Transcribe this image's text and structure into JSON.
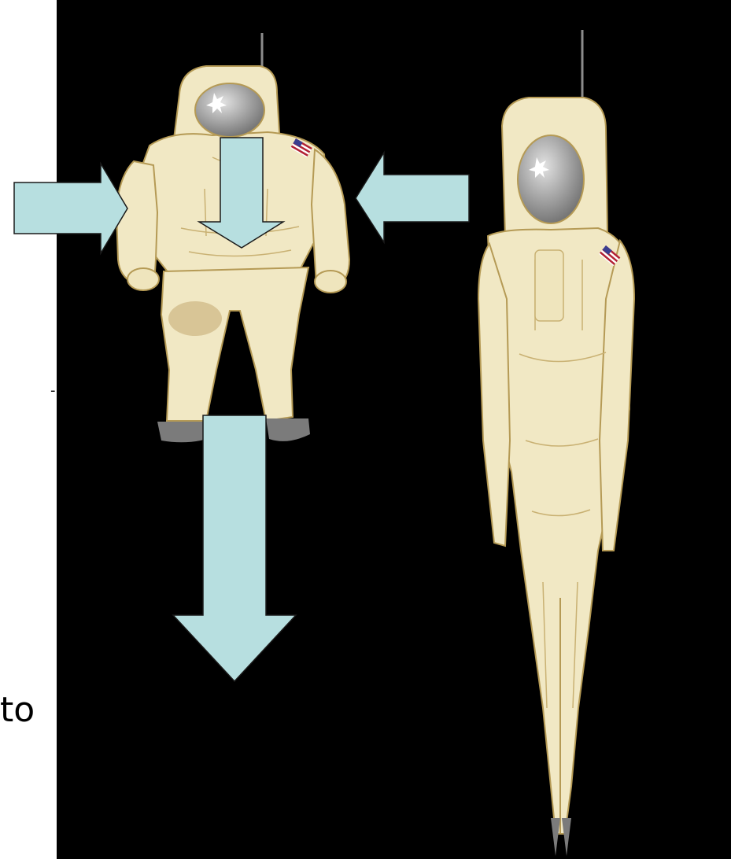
{
  "edge_text": {
    "mark": "-",
    "word": "to"
  },
  "colors": {
    "background": "#000000",
    "margin": "#ffffff",
    "suit": "#f1e8c4",
    "suit_outline": "#b59a55",
    "suit_shadow": "#d8c596",
    "visor_light": "#e2e2e2",
    "visor_dark": "#6f6f6f",
    "boot": "#7b7b7b",
    "flag_red": "#b22234",
    "flag_blue": "#3a3d8f",
    "arrow_fill": "#b7dfe0",
    "arrow_stroke": "#1a1a1a"
  },
  "figures": [
    {
      "name": "astronaut-normal",
      "icon": "astronaut-icon"
    },
    {
      "name": "astronaut-stretched",
      "icon": "astronaut-stretched-icon"
    }
  ],
  "arrows": [
    {
      "name": "arrow-left-pushing-right",
      "direction": "right"
    },
    {
      "name": "arrow-right-pushing-left",
      "direction": "left"
    },
    {
      "name": "arrow-chest-down",
      "direction": "down"
    },
    {
      "name": "arrow-feet-down",
      "direction": "down"
    }
  ]
}
